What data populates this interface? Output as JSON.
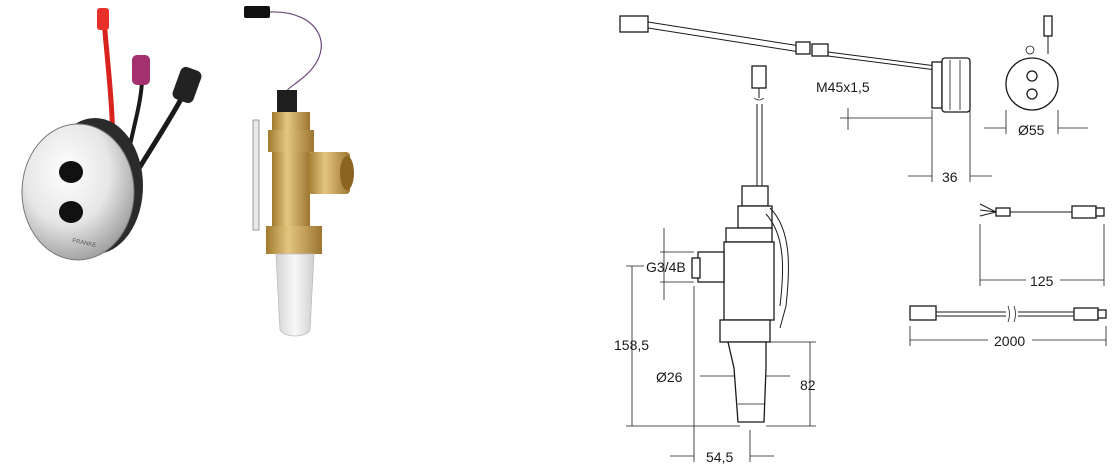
{
  "photos": {
    "sensor_brand": "FRANKE"
  },
  "dimensions": {
    "thread_sensor": "M45x1,5",
    "sensor_depth": "36",
    "sensor_diameter": "Ø55",
    "cable_short_length": "125",
    "cable_long_length": "2000",
    "inlet_thread": "G3/4B",
    "valve_height": "158,5",
    "outlet_diameter": "Ø26",
    "outlet_length": "82",
    "valve_width": "54,5"
  },
  "colors": {
    "brass": "#c9a455",
    "chrome": "#d8d8d8",
    "cable_red": "#d8231f",
    "cable_magenta": "#a3316f",
    "cable_black": "#1a1a1a",
    "outlet_white": "#ececec",
    "line": "#1a1a1a"
  }
}
